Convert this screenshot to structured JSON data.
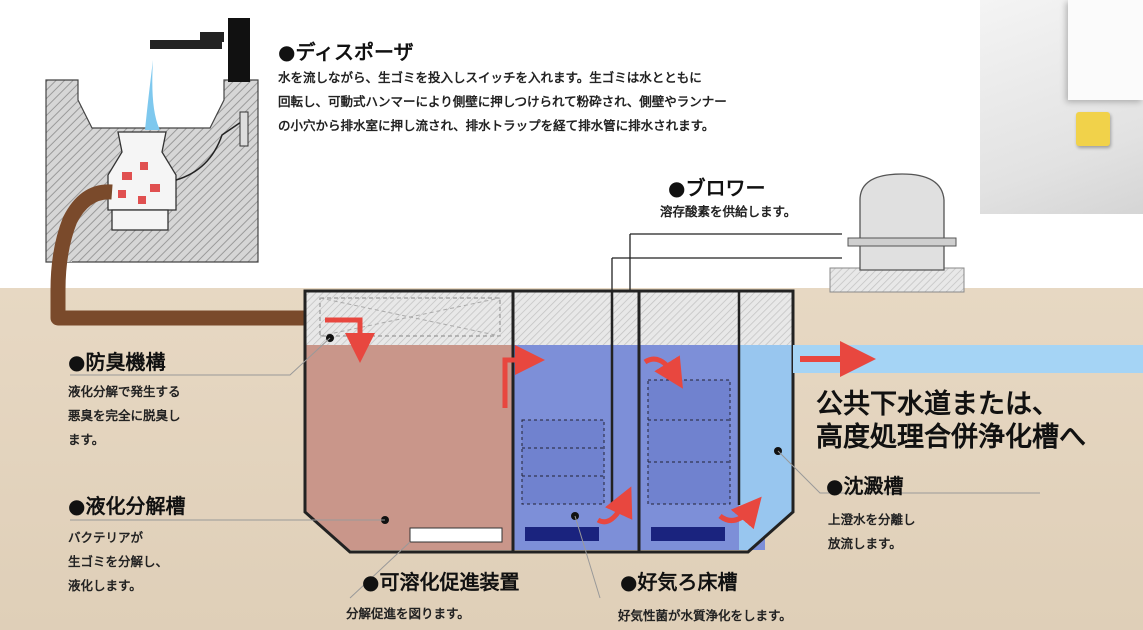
{
  "disposer": {
    "title": "●ディスポーザ",
    "desc": [
      "水を流しながら、生ゴミを投入しスイッチを入れます。生ゴミは水とともに",
      "回転し、可動式ハンマーにより側壁に押しつけられて粉砕され、側壁やランナー",
      "の小穴から排水室に押し流され、排水トラップを経て排水管に排水されます。"
    ]
  },
  "blower": {
    "title": "●ブロワー",
    "desc": "溶存酸素を供給します。"
  },
  "deodor": {
    "title": "●防臭機構",
    "desc": [
      "液化分解で発生する",
      "悪臭を完全に脱臭し",
      "ます。"
    ]
  },
  "liquefaction": {
    "title": "●液化分解槽",
    "desc": [
      "バクテリアが",
      "生ゴミを分解し、",
      "液化します。"
    ]
  },
  "dissolver": {
    "title": "●可溶化促進装置",
    "desc": "分解促進を図ります。"
  },
  "aerobic": {
    "title": "●好気ろ床槽",
    "desc": "好気性菌が水質浄化をします。"
  },
  "sediment": {
    "title": "●沈澱槽",
    "desc": [
      "上澄水を分離し",
      "放流します。"
    ]
  },
  "outlet": {
    "lines": [
      "公共下水道または、",
      "高度処理合併浄化槽へ"
    ]
  },
  "colors": {
    "liquefaction_tank": "#c9968a",
    "aerobic_tank": "#7d8fd8",
    "sediment_tank": "#98c6ef",
    "arrow": "#e8473f",
    "pipe": "#7a4a2b"
  }
}
